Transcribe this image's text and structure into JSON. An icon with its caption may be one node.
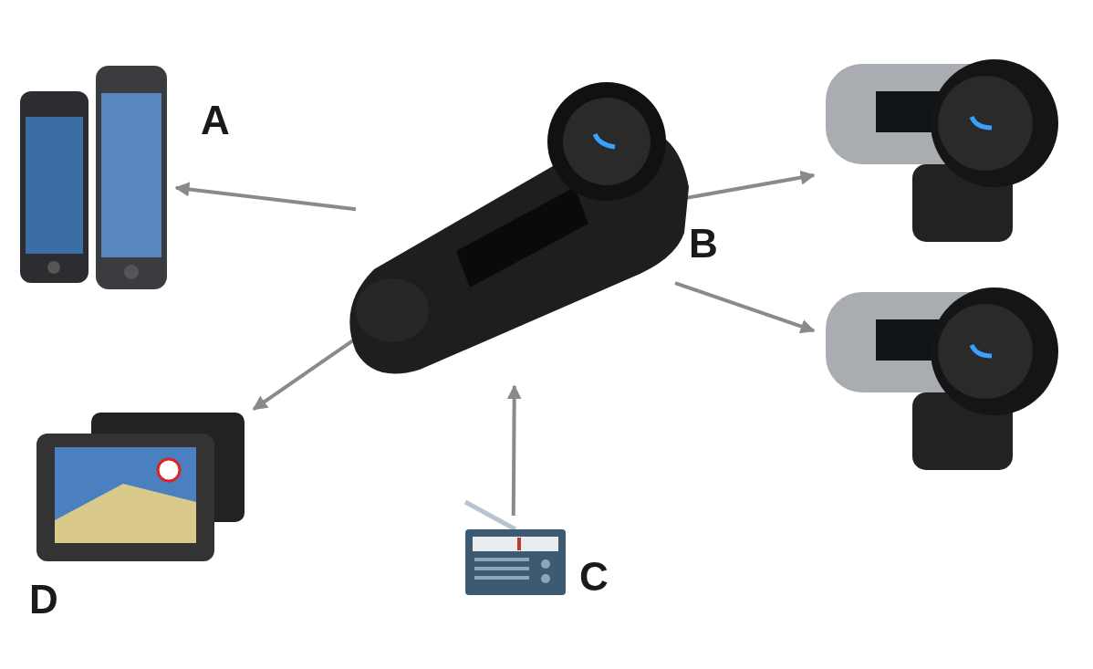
{
  "diagram": {
    "nodes": [
      {
        "text": [],
        "shape": "picture",
        "beside": [
          "A"
        ]
      },
      {
        "text": [],
        "shape": "picture"
      },
      {
        "text": [],
        "shape": "picture"
      },
      {
        "text": [],
        "shape": "picture"
      },
      {
        "text": [],
        "shape": "picture",
        "beside": [
          "D"
        ]
      },
      {
        "text": [],
        "shape": "picture",
        "beside": [
          "C"
        ]
      }
    ],
    "edges": [
      {
        "from": 1,
        "to": 0,
        "arrow": "to"
      },
      {
        "from": 1,
        "to": 4,
        "arrow": "to"
      },
      {
        "from": 1,
        "to": 2,
        "arrow": "to"
      },
      {
        "from": 1,
        "to": 3,
        "arrow": "to"
      },
      {
        "from": 5,
        "to": 1,
        "arrow": "to"
      }
    ],
    "labels": [
      "B"
    ]
  }
}
